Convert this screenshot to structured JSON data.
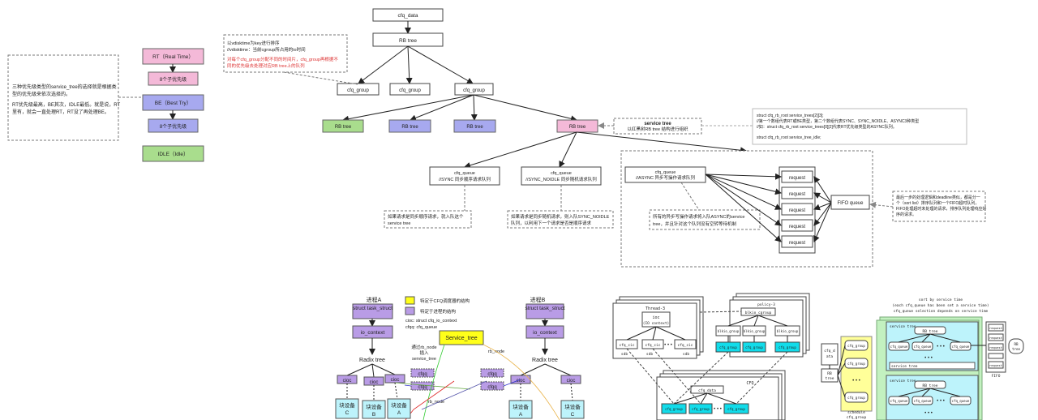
{
  "legend": {
    "rt": "RT（Real Time）",
    "rt_sub": "8个子优先级",
    "be": "BE（Best Try）",
    "be_sub": "8个子优先级",
    "idle": "IDLE（Idle）",
    "note_line1": "三种优先级类型的service_tree的选择就是根据类",
    "note_line2": "型的优先级来依次选择的。",
    "note_line3": "RT优先级最高，BE其次，IDLE最低。就是说，RT",
    "note_line4": "里有，就会一直处理RT，RT没了再处理BE。"
  },
  "tree": {
    "cfq_data": "cfq_data",
    "rb_tree": "RB tree",
    "cfq_group": "cfq_group",
    "group_note_1": "以vdisktime为key进行排序",
    "group_note_2": "//vdisktime：当前cgroup所占用的io时间",
    "group_note_3": "对每个cfq_group分配不同的时间片，cfq_group再根据不",
    "group_note_4": "同的优先级去处理对应RB tree上的队列",
    "service_tree_title": "service tree",
    "service_tree_desc": "以红黑树RB tree 结构进行组织",
    "struct_1": "struct cfq_rb_root   service_trees[2][3];",
    "struct_2": "//第一个数组代表RT或BE类型，第二个数组代表SYNC、SYNC_NOIDLE、ASYNC3种类型",
    "struct_3": "//如：struct cfq_rb_root   service_trees[0][2]代表RT优先级类型的ASYNC队列。",
    "struct_4": "struct cfq_rb_root   service_tree_idle;"
  },
  "queues": {
    "sync_1": "cfq_queue",
    "sync_2": "//SYNC 同步顺序请求队列",
    "noidle_1": "cfq_queue",
    "noidle_2": "//SYNC_NOIDLE 同步随机请求队列",
    "async_1": "cfq_queue",
    "async_2": "//ASYNC 异步写操作请求队列",
    "request": "request",
    "fifo": "FIFO queue",
    "sync_note_1": "如果请求是同步顺序请求，就入队这个",
    "sync_note_2": "service tree",
    "noidle_note_1": "如果请求是同步随机请求，则入队SYNC_NOIDLE",
    "noidle_note_2": "队列，以利用下一个请求是否是顺序请求",
    "async_note_1": "所有的异步写操作请求将入队ASYNC的service",
    "async_note_2": "tree，并且针对这个队列没有空转等待机制",
    "fifo_note_1": "最后一步的处理逻辑和deadline类似，都是分一",
    "fifo_note_2": "个（sort list）排序队列和一个FIFO超时队列，",
    "fifo_note_3": "FIFO处理超时未处理的请求，排序队列处理响应好",
    "fifo_note_4": "序的请求。"
  },
  "fig2": {
    "proc_a": "进程A",
    "proc_b": "进程B",
    "task_struct": "struct task_struct",
    "io_context": "io_context",
    "radix": "Radix tree",
    "cioc": "cioc",
    "cfqq": "cfqq",
    "service_tree": "Service_tree",
    "legend_1": "特定于CFQ调度器的结构",
    "legend_2": "特定于进程的结构",
    "cioc_def": "cioc: struct cfq_io_context",
    "cfqq_def": "cfqq: cfq_queue",
    "rb_node_1": "通过rb_node",
    "rb_node_2": "插入",
    "rb_node_3": "service_tree",
    "rb_node": "rb_node",
    "blk_c": "块设备 C",
    "blk_b": "块设备 B",
    "blk_a": "块设备 A"
  },
  "fig3": {
    "thread": "Thread-3",
    "ioc": "ioc",
    "ioc_sub": "(IO context)",
    "cfq_cic": "cfq_cic",
    "sdb": "sdb",
    "blkio_cgroup": "blkio_cgroup",
    "policy": "policy-3",
    "cfq": "CFQ",
    "cfq_data": "cfq_data",
    "cfq_group": "cfq_group",
    "ellipsis": "• • •"
  },
  "fig4": {
    "header_1": "sort by service time",
    "header_2": "(each cfq_queue has been set a service time)",
    "header_3": "cfq_queue selection depends on service time",
    "cfq_data": "cfq_d ata",
    "rb_tree": "RB tree",
    "cfq_group": "cfq_group",
    "service_tree": "service tree",
    "cfq_queue": "cfq_queue",
    "request": "request",
    "fifo": "FIFO",
    "schedule": "schedule cfq_group",
    "dots": "• • •"
  },
  "colors": {
    "pink": "#f4b9d8",
    "purple": "#a7a9ef",
    "green": "#a9dd8d",
    "proc_purple": "#b99ce6",
    "yellow": "#ffff1a",
    "cyan": "#12dcea",
    "light_green": "#c3f1c0",
    "light_yellow": "#ffff99",
    "light_cyan": "#bdf3fb"
  }
}
